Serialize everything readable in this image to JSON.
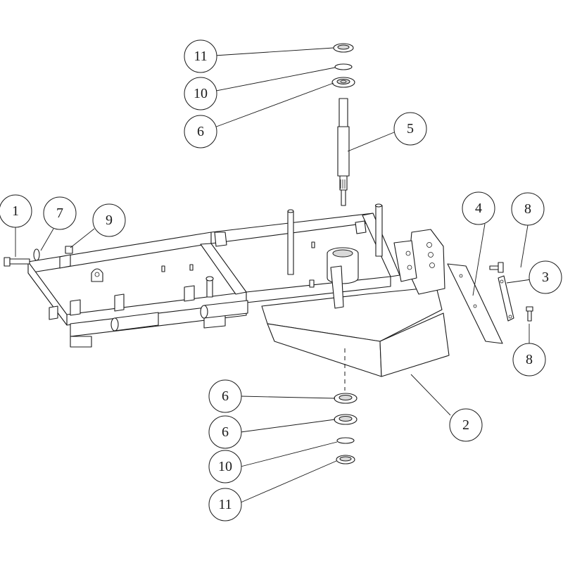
{
  "callouts": [
    {
      "id": "c1",
      "label": "1"
    },
    {
      "id": "c2",
      "label": "2"
    },
    {
      "id": "c3",
      "label": "3"
    },
    {
      "id": "c4",
      "label": "4"
    },
    {
      "id": "c5",
      "label": "5"
    },
    {
      "id": "c6a",
      "label": "6"
    },
    {
      "id": "c6b",
      "label": "6"
    },
    {
      "id": "c6c",
      "label": "6"
    },
    {
      "id": "c7",
      "label": "7"
    },
    {
      "id": "c8a",
      "label": "8"
    },
    {
      "id": "c8b",
      "label": "8"
    },
    {
      "id": "c9",
      "label": "9"
    },
    {
      "id": "c10a",
      "label": "10"
    },
    {
      "id": "c10b",
      "label": "10"
    },
    {
      "id": "c11a",
      "label": "11"
    },
    {
      "id": "c11b",
      "label": "11"
    }
  ]
}
